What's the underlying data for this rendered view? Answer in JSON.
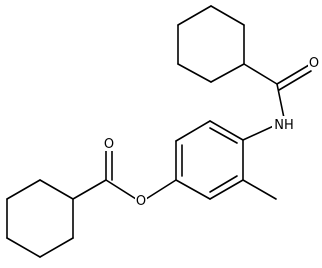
{
  "molecule": {
    "atoms": {
      "amide_oxygen": "O",
      "amide_nitrogen": "NH",
      "ester_carbonyl_oxygen": "O",
      "ester_oxygen": "O"
    }
  },
  "colors": {
    "bond": "#000000",
    "label": "#000000",
    "background": "#ffffff"
  }
}
